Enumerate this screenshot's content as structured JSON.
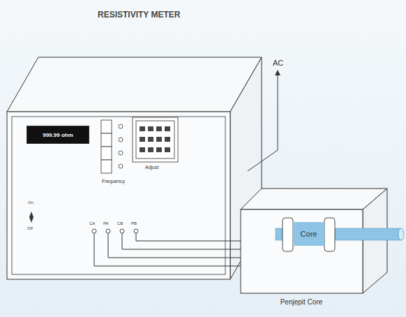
{
  "diagram": {
    "title": "RESISTIVITY METER",
    "nodes": [
      {
        "text": [
          "999.99 ohm"
        ]
      },
      {
        "text": [
          "Penjepit Core"
        ]
      },
      {
        "text": [
          "Core"
        ],
        "in": 1
      }
    ],
    "labels": [
      "Frequency",
      "Adjust",
      "On",
      "Off",
      "CA",
      "PA",
      "CB",
      "PB",
      "AC"
    ]
  }
}
